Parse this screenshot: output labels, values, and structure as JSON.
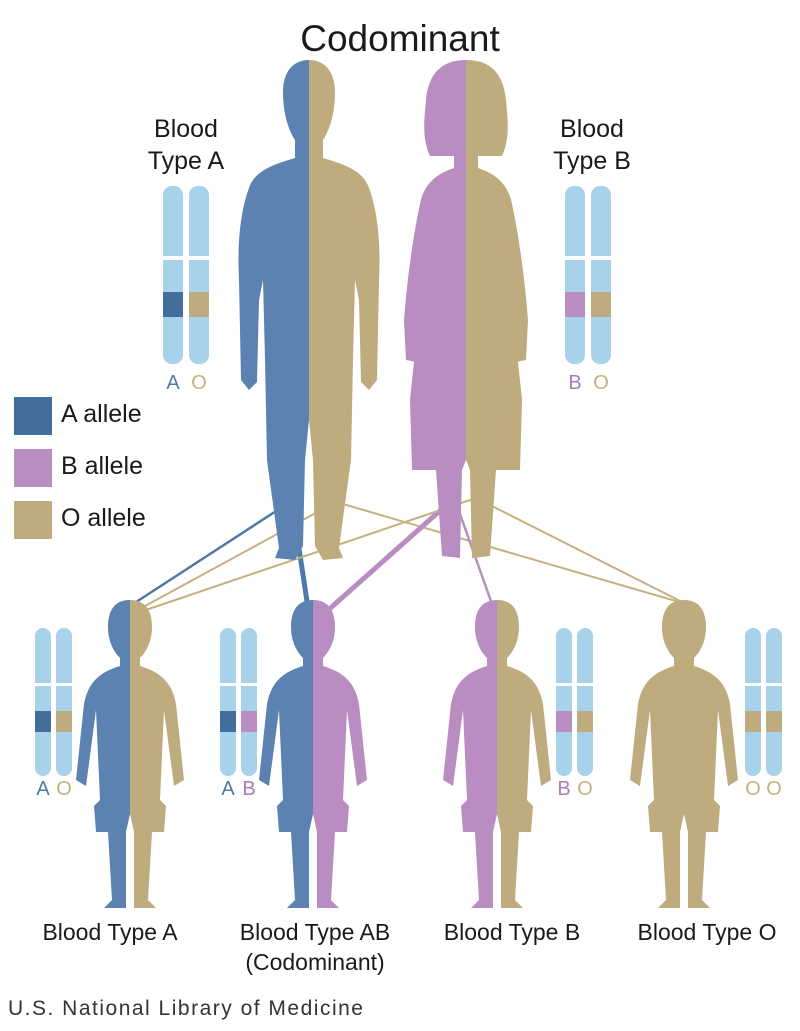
{
  "title": "Codominant",
  "colors": {
    "a_allele": "#4f7aa8",
    "b_allele": "#b98dc2",
    "o_allele": "#bfac7e",
    "chromosome": "#a7d2ea",
    "chromosome_band": "#7fb8dc",
    "a_text": "#4f7aa8",
    "b_text": "#ab7cba",
    "o_text": "#c3b17f"
  },
  "parents": [
    {
      "line1": "Blood",
      "line2": "Type A",
      "alleles": [
        "A",
        "O"
      ]
    },
    {
      "line1": "Blood",
      "line2": "Type B",
      "alleles": [
        "B",
        "O"
      ]
    }
  ],
  "legend": [
    {
      "label": "A allele",
      "color": "#426e9c"
    },
    {
      "label": "B allele",
      "color": "#b98dc2"
    },
    {
      "label": "O allele",
      "color": "#bfac7e"
    }
  ],
  "children": [
    {
      "label": "Blood Type A",
      "sublabel": "",
      "alleles": [
        "A",
        "O"
      ]
    },
    {
      "label": "Blood Type AB",
      "sublabel": "(Codominant)",
      "alleles": [
        "A",
        "B"
      ]
    },
    {
      "label": "Blood Type B",
      "sublabel": "",
      "alleles": [
        "B",
        "O"
      ]
    },
    {
      "label": "Blood Type O",
      "sublabel": "",
      "alleles": [
        "O",
        "O"
      ]
    }
  ],
  "footer": "U.S. National Library of Medicine"
}
